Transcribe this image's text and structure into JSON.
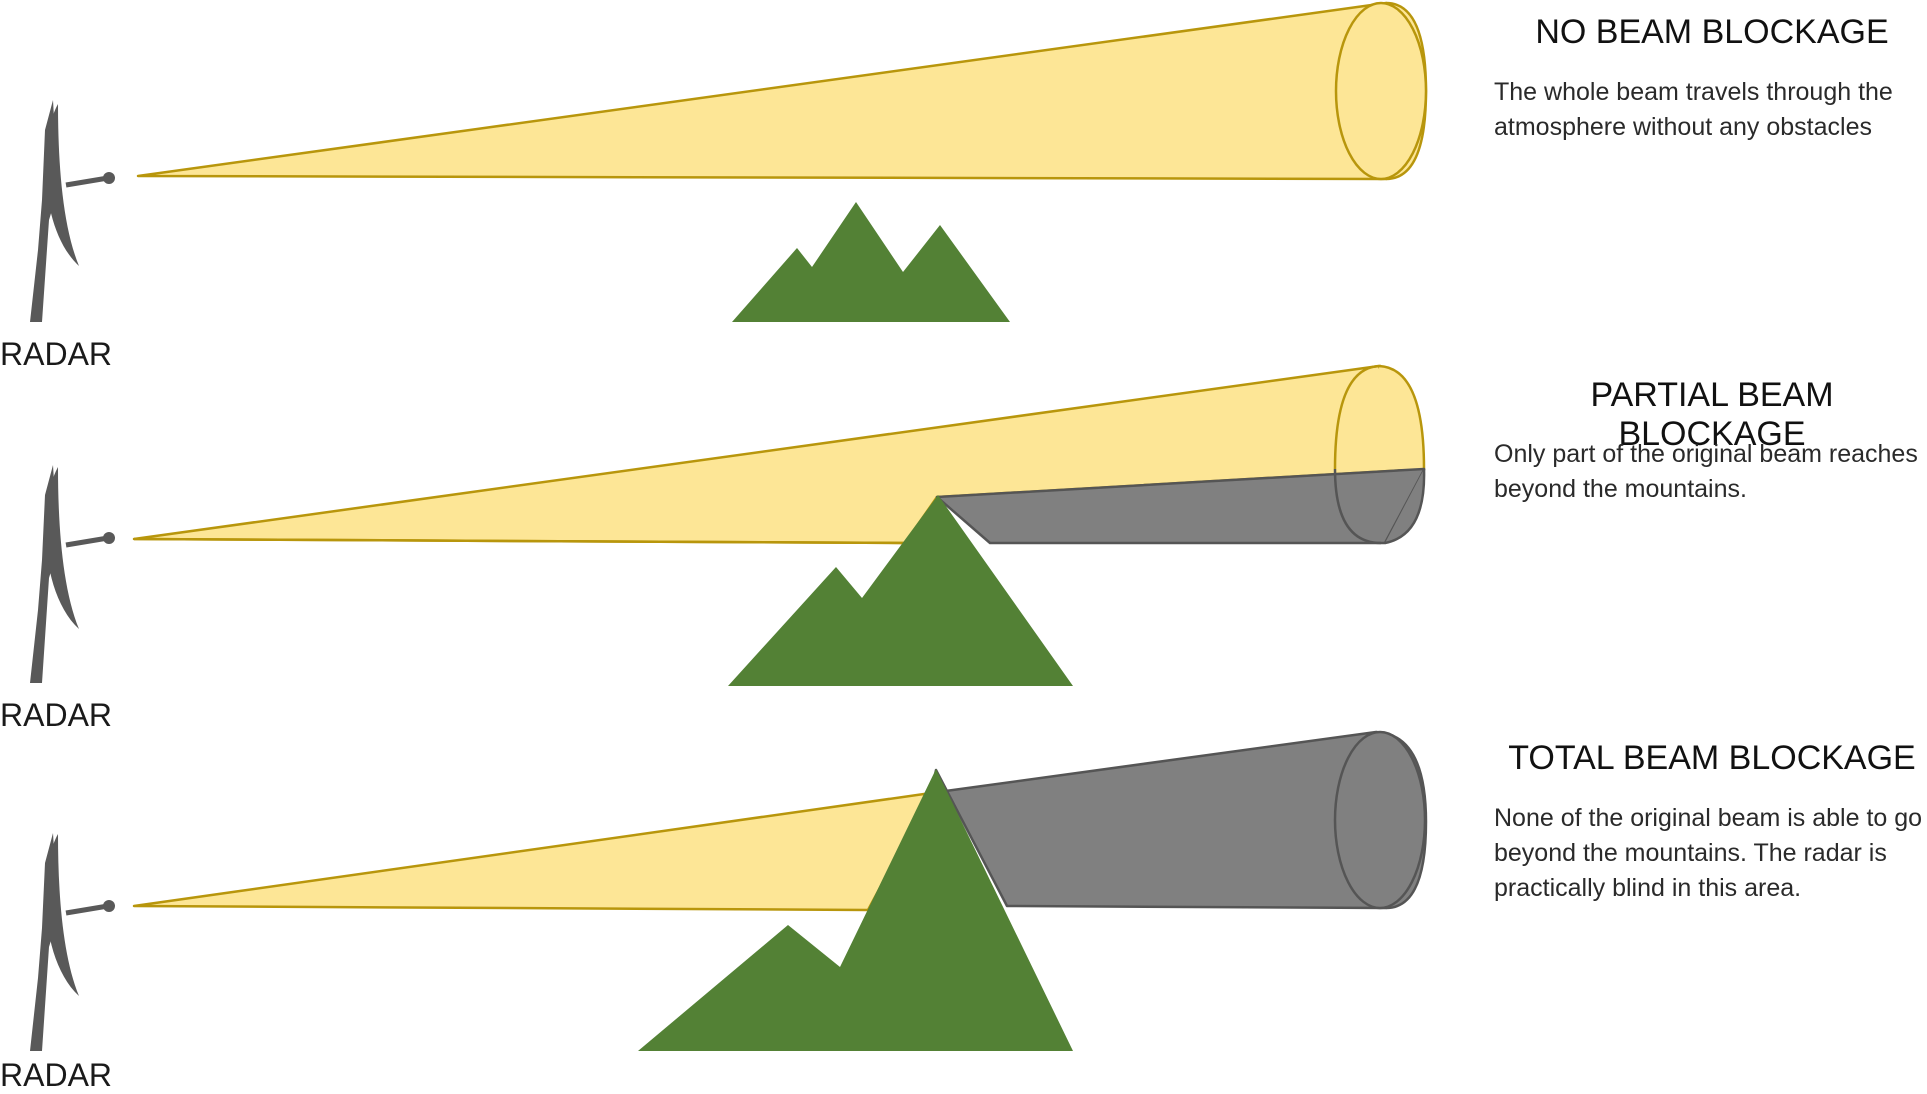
{
  "panels": [
    {
      "title": "NO BEAM BLOCKAGE",
      "description": "The whole beam travels through the\natmosphere without any obstacles",
      "radar_label": "RADAR",
      "blockage": "none"
    },
    {
      "title": "PARTIAL BEAM BLOCKAGE",
      "description": "Only part of the original beam reaches\nbeyond the mountains.",
      "radar_label": "RADAR",
      "blockage": "partial"
    },
    {
      "title": "TOTAL BEAM BLOCKAGE",
      "description": "None of the original beam is able to go\nbeyond the mountains. The radar is\npractically blind in this area.",
      "radar_label": "RADAR",
      "blockage": "total"
    }
  ],
  "colors": {
    "beam_fill": "#fde696",
    "beam_stroke": "#b8960c",
    "blocked_fill": "#808080",
    "blocked_stroke": "#555555",
    "mountain": "#538135",
    "radar": "#595959"
  }
}
